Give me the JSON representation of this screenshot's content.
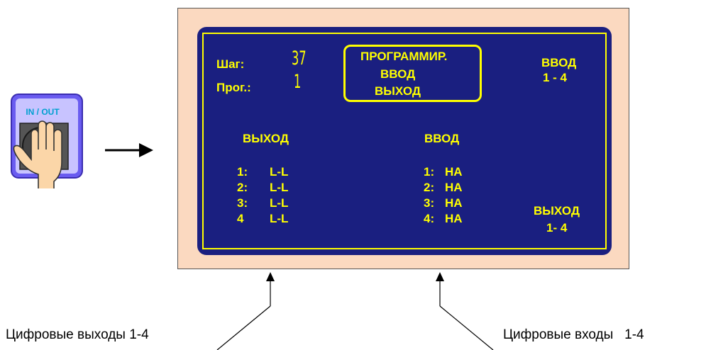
{
  "button": {
    "label": "IN / OUT"
  },
  "screen": {
    "step": {
      "label": "Шаг:",
      "value": "37"
    },
    "prog": {
      "label": "Прог.:",
      "value": "1"
    },
    "mode_box": {
      "line1": "ПРОГРАММИР.",
      "line2": "ВВОД",
      "line3": "ВЫХОД"
    },
    "input_softkey": {
      "line1": "ВВОД",
      "line2": "1 - 4"
    },
    "output_softkey": {
      "line1": "ВЫХОД",
      "line2": "1- 4"
    },
    "outputs": {
      "header": "ВЫХОД",
      "rows": [
        {
          "num": "1:",
          "value": "L-L"
        },
        {
          "num": "2:",
          "value": "L-L"
        },
        {
          "num": "3:",
          "value": "L-L"
        },
        {
          "num": "4",
          "value": "L-L"
        }
      ]
    },
    "inputs": {
      "header": "ВВОД",
      "rows": [
        {
          "num": "1:",
          "value": "НА"
        },
        {
          "num": "2:",
          "value": "НА"
        },
        {
          "num": "3:",
          "value": "НА"
        },
        {
          "num": "4:",
          "value": "НА"
        }
      ]
    }
  },
  "captions": {
    "digital_outputs": "Цифровые выходы 1-4",
    "digital_inputs": "Цифровые входы   1-4"
  }
}
